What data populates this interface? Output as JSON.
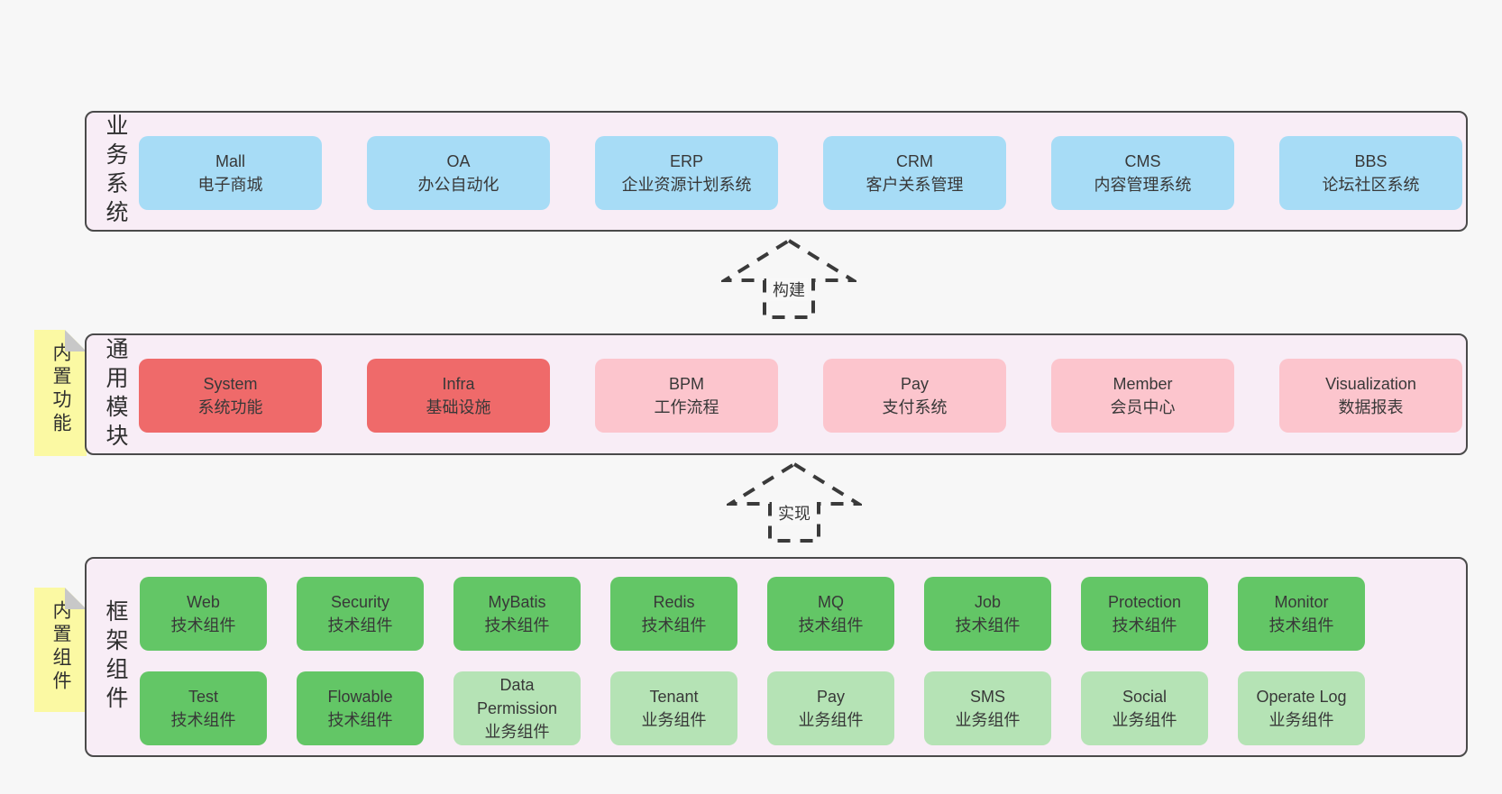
{
  "colors": {
    "page_bg": "#f7f7f7",
    "layer_bg": "#f8edf6",
    "layer_border": "#4a4a4a",
    "blue_box": "#a7dcf6",
    "red_box": "#ef6a6a",
    "pink_box": "#fcc5cd",
    "green_box": "#63c666",
    "light_green_box": "#b5e3b5",
    "tag_bg": "#fbf9a3",
    "tag_fold": "#c8c8c8",
    "text": "#383838"
  },
  "arrows": [
    {
      "label": "构建"
    },
    {
      "label": "实现"
    }
  ],
  "layers": [
    {
      "label": "业务系统",
      "boxes": [
        {
          "name": "Mall",
          "desc": "电子商城"
        },
        {
          "name": "OA",
          "desc": "办公自动化"
        },
        {
          "name": "ERP",
          "desc": "企业资源计划系统"
        },
        {
          "name": "CRM",
          "desc": "客户关系管理"
        },
        {
          "name": "CMS",
          "desc": "内容管理系统"
        },
        {
          "name": "BBS",
          "desc": "论坛社区系统"
        }
      ]
    },
    {
      "label": "通用模块",
      "tag": "内置功能",
      "boxes": [
        {
          "name": "System",
          "desc": "系统功能"
        },
        {
          "name": "Infra",
          "desc": "基础设施"
        },
        {
          "name": "BPM",
          "desc": "工作流程"
        },
        {
          "name": "Pay",
          "desc": "支付系统"
        },
        {
          "name": "Member",
          "desc": "会员中心"
        },
        {
          "name": "Visualization",
          "desc": "数据报表"
        }
      ]
    },
    {
      "label": "框架组件",
      "tag": "内置组件",
      "rows": [
        [
          {
            "name": "Web",
            "desc": "技术组件"
          },
          {
            "name": "Security",
            "desc": "技术组件"
          },
          {
            "name": "MyBatis",
            "desc": "技术组件"
          },
          {
            "name": "Redis",
            "desc": "技术组件"
          },
          {
            "name": "MQ",
            "desc": "技术组件"
          },
          {
            "name": "Job",
            "desc": "技术组件"
          },
          {
            "name": "Protection",
            "desc": "技术组件"
          },
          {
            "name": "Monitor",
            "desc": "技术组件"
          }
        ],
        [
          {
            "name": "Test",
            "desc": "技术组件"
          },
          {
            "name": "Flowable",
            "desc": "技术组件"
          },
          {
            "name": "Data Permission",
            "desc": "业务组件"
          },
          {
            "name": "Tenant",
            "desc": "业务组件"
          },
          {
            "name": "Pay",
            "desc": "业务组件"
          },
          {
            "name": "SMS",
            "desc": "业务组件"
          },
          {
            "name": "Social",
            "desc": "业务组件"
          },
          {
            "name": "Operate Log",
            "desc": "业务组件"
          }
        ]
      ]
    }
  ]
}
